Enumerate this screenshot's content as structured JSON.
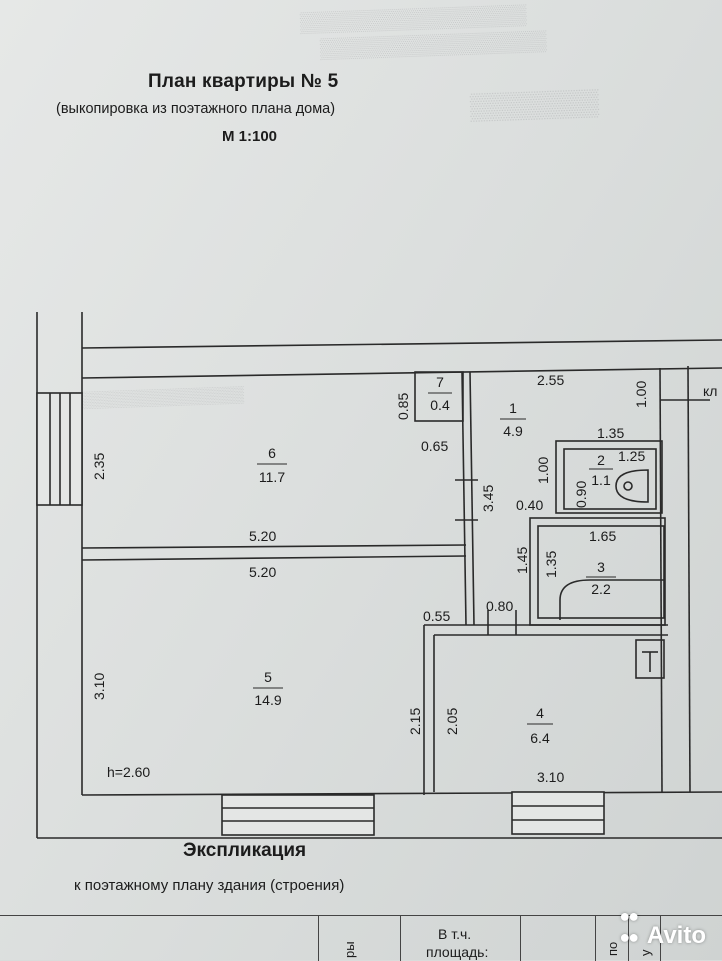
{
  "header": {
    "title": "План квартиры  № 5",
    "subtitle": "(выкопировка из поэтажного плана дома)",
    "scale": "М 1:100"
  },
  "plan": {
    "rooms": [
      {
        "number": "7",
        "area": "0.4"
      },
      {
        "number": "1",
        "area": "4.9"
      },
      {
        "number": "2",
        "area": "1.1"
      },
      {
        "number": "3",
        "area": "2.2"
      },
      {
        "number": "6",
        "area": "11.7"
      },
      {
        "number": "5",
        "area": "14.9"
      },
      {
        "number": "4",
        "area": "6.4"
      }
    ],
    "dimensions": {
      "room6_height": "2.35",
      "room6_width": "5.20",
      "room5_width": "5.20",
      "room5_height": "3.10",
      "room7_depth": "0.85",
      "room7_width": "0.65",
      "hall_width": "2.55",
      "hall_depth": "1.00",
      "corridor_len": "3.45",
      "bath_top": "1.35",
      "wc_depth": "1.00",
      "wc_width": "1.25",
      "wc_small": "0.90",
      "gap": "0.40",
      "bath_width": "1.65",
      "bath_depth_a": "1.45",
      "bath_depth_b": "1.35",
      "door_a": "0.55",
      "door_b": "0.80",
      "kitchen_a": "2.15",
      "kitchen_b": "2.05",
      "kitchen_width": "3.10"
    },
    "ceiling_height": "h=2.60",
    "edge_label": "кл"
  },
  "explication": {
    "title": "Экспликация",
    "subtitle": "к поэтажному плану здания (строения)"
  },
  "table": {
    "col_rotated_1": "ры",
    "col_header": "В т.ч.",
    "col_header_2": "площадь:",
    "col_rotated_2": "по",
    "col_rotated_3": "у"
  },
  "watermark": "Avito"
}
